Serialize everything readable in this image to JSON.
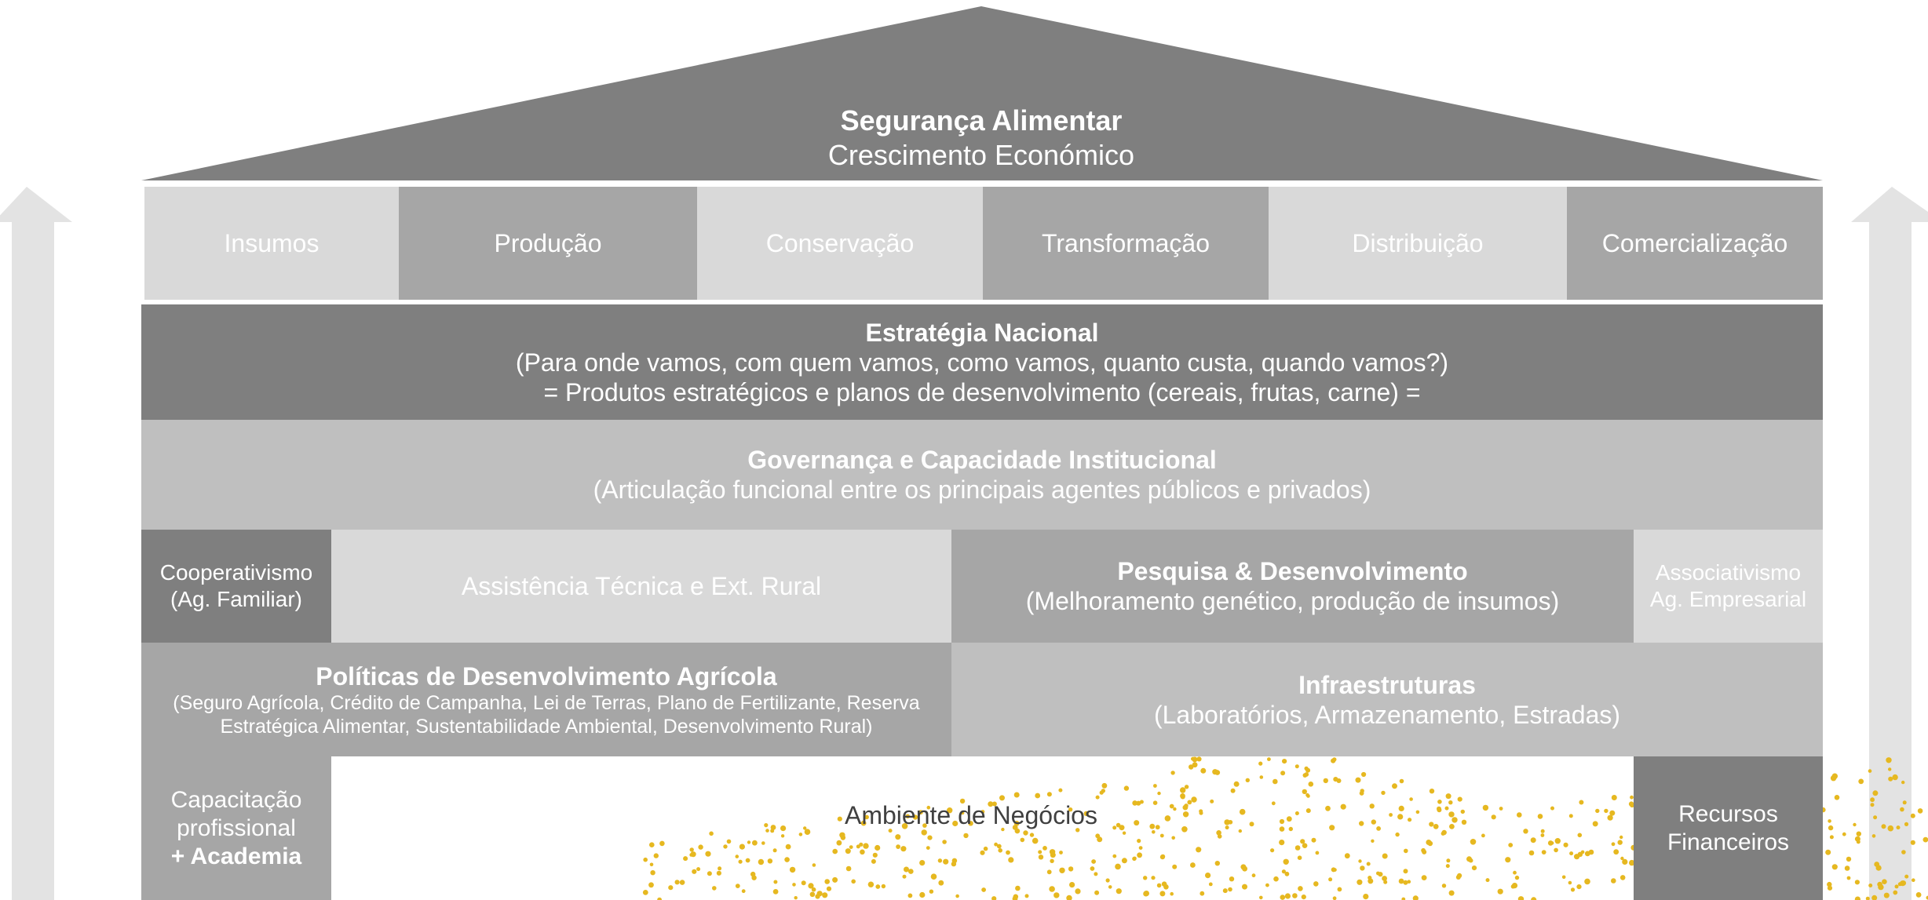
{
  "roof": {
    "title": "Segurança Alimentar",
    "subtitle": "Crescimento Económico"
  },
  "value_chain": [
    {
      "label": "Insumos",
      "color": "#d9d9d9"
    },
    {
      "label": "Produção",
      "color": "#a6a6a6"
    },
    {
      "label": "Conservação",
      "color": "#d9d9d9"
    },
    {
      "label": "Transformação",
      "color": "#a6a6a6"
    },
    {
      "label": "Distribuição",
      "color": "#d9d9d9"
    },
    {
      "label": "Comercialização",
      "color": "#a6a6a6"
    }
  ],
  "estrategia": {
    "title": "Estratégia Nacional",
    "line1": "(Para onde vamos, com quem vamos, como vamos, quanto custa, quando vamos?)",
    "line2": "= Produtos estratégicos e planos de desenvolvimento (cereais, frutas, carne) ="
  },
  "governanca": {
    "title": "Governança e Capacidade Institucional",
    "line1": "(Articulação funcional entre os principais agentes públicos e privados)"
  },
  "pillars": {
    "cooperativismo": {
      "line1": "Cooperativismo",
      "line2": "(Ag. Familiar)"
    },
    "assistencia": {
      "label": "Assistência Técnica e Ext. Rural"
    },
    "pesquisa": {
      "title": "Pesquisa & Desenvolvimento",
      "line1": "(Melhoramento genético, produção de insumos)"
    },
    "associativismo": {
      "line1": "Associativismo",
      "line2": "Ag. Empresarial"
    }
  },
  "politicas": {
    "title": "Políticas de Desenvolvimento Agrícola",
    "line1": "(Seguro Agrícola, Crédito de Campanha, Lei de Terras, Plano de Fertilizante, Reserva",
    "line2": "Estratégica Alimentar, Sustentabilidade Ambiental, Desenvolvimento Rural)"
  },
  "infraestruturas": {
    "title": "Infraestruturas",
    "line1": "(Laboratórios, Armazenamento, Estradas)"
  },
  "base": {
    "capacitacao": {
      "line1": "Capacitação",
      "line2": "profissional",
      "line3": "+ Academia"
    },
    "ambiente": "Ambiente de Negócios",
    "recursos": {
      "line1": "Recursos",
      "line2": "Financeiros"
    }
  },
  "colors": {
    "roof": "#7f7f7f",
    "dark": "#7f7f7f",
    "mid": "#a6a6a6",
    "light": "#bfbfbf",
    "pale": "#d9d9d9",
    "dots": "#e6b820",
    "arrows": "#e3e3e3"
  }
}
